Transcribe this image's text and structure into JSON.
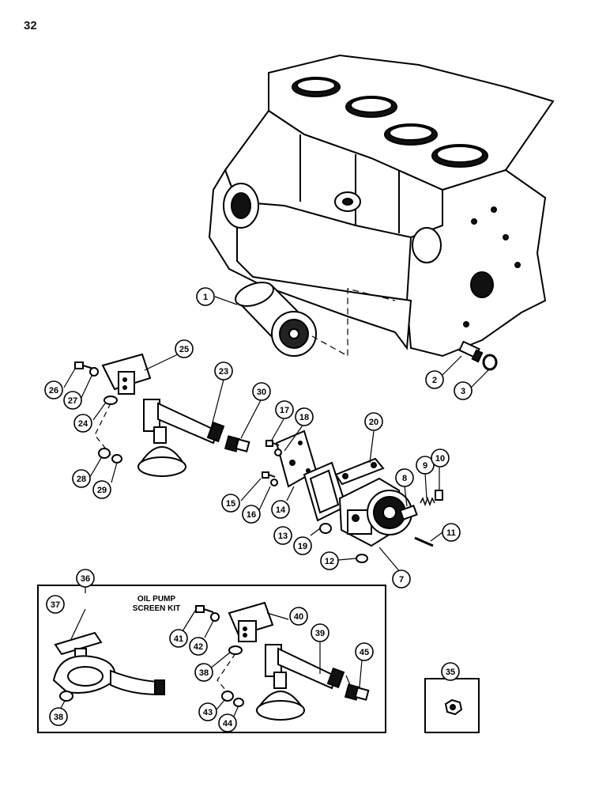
{
  "page_number": "32",
  "kit": {
    "title_line1": "OIL PUMP",
    "title_line2": "SCREEN KIT"
  },
  "callouts": {
    "c1": "1",
    "c2": "2",
    "c3": "3",
    "c7": "7",
    "c8": "8",
    "c9": "9",
    "c10": "10",
    "c11": "11",
    "c12": "12",
    "c13": "13",
    "c14": "14",
    "c15": "15",
    "c16": "16",
    "c17": "17",
    "c18": "18",
    "c19": "19",
    "c20": "20",
    "c23": "23",
    "c24": "24",
    "c25": "25",
    "c26": "26",
    "c27": "27",
    "c28": "28",
    "c29": "29",
    "c30": "30",
    "c35": "35",
    "c36": "36",
    "c37": "37",
    "c38a": "38",
    "c38b": "38",
    "c39": "39",
    "c40": "40",
    "c41": "41",
    "c42": "42",
    "c43": "43",
    "c44": "44",
    "c45": "45"
  }
}
